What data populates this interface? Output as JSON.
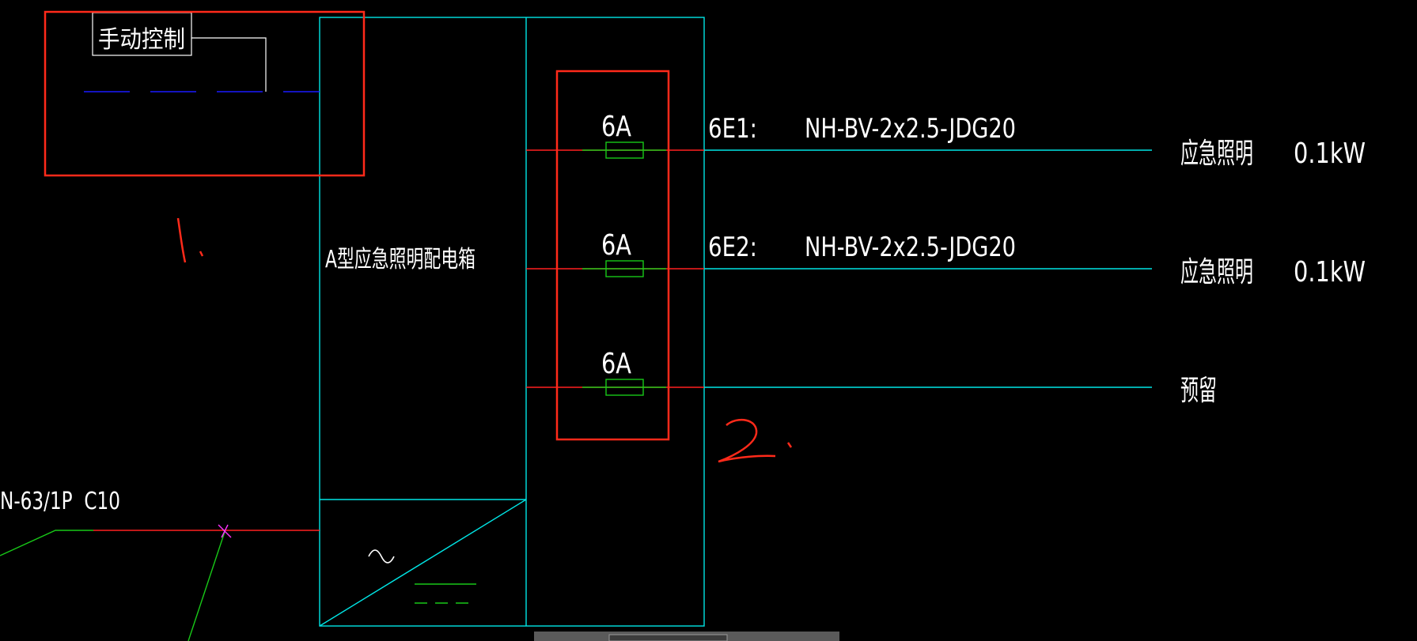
{
  "manual_control": {
    "label": "手动控制"
  },
  "panel": {
    "title": "A型应急照明配电箱"
  },
  "incoming": {
    "breaker": "N-63/1P  C10"
  },
  "circuits": [
    {
      "rating": "6A",
      "id": "6E1:",
      "cable": "NH-BV-2x2.5-JDG20",
      "load_name": "应急照明",
      "load_power": "0.1kW"
    },
    {
      "rating": "6A",
      "id": "6E2:",
      "cable": "NH-BV-2x2.5-JDG20",
      "load_name": "应急照明",
      "load_power": "0.1kW"
    },
    {
      "rating": "6A",
      "id": "",
      "cable": "",
      "load_name": "预留",
      "load_power": ""
    }
  ],
  "annotations": {
    "mark_1": "1、",
    "mark_2": "2、"
  },
  "colors": {
    "background": "#000000",
    "frame": "#00e5e5",
    "feeder": "#ff2020",
    "fuse": "#18c818",
    "annotation": "#ff2a1a",
    "text": "#ffffff",
    "control_line": "#1a1aff"
  }
}
